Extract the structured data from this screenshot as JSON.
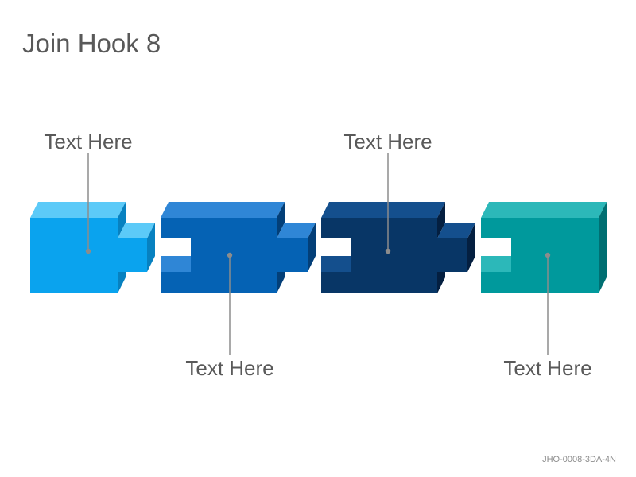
{
  "slide": {
    "title": "Join Hook 8",
    "footer_code": "JHO-0008-3DA-4N"
  },
  "colors": {
    "piece_1": "#0aa3ee",
    "piece_2": "#0562b4",
    "piece_3": "#083666",
    "piece_4": "#00999c",
    "leader_line": "#8c8c8c",
    "text": "#595959"
  },
  "pieces": [
    {
      "label": "Text Here",
      "label_position": "top"
    },
    {
      "label": "Text Here",
      "label_position": "bottom"
    },
    {
      "label": "Text Here",
      "label_position": "top"
    },
    {
      "label": "Text Here",
      "label_position": "bottom"
    }
  ]
}
